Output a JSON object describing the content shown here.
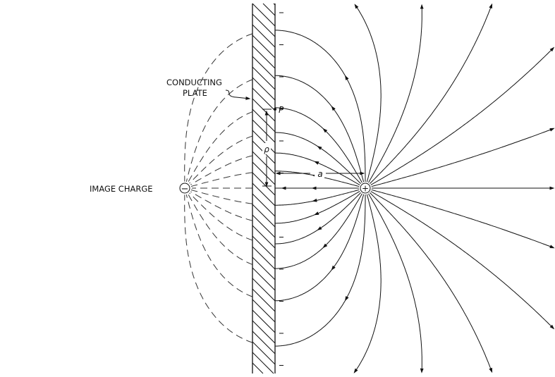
{
  "labels": {
    "plate": [
      "CONDUCTING",
      "PLATE"
    ],
    "image_charge": "IMAGE CHARGE",
    "point": "P",
    "rho": "ρ",
    "distance": "a",
    "positive_sign": "+",
    "negative_sign": "−",
    "surface_charge_sign": "−"
  },
  "colors": {
    "line": "#111111",
    "background": "#ffffff"
  }
}
